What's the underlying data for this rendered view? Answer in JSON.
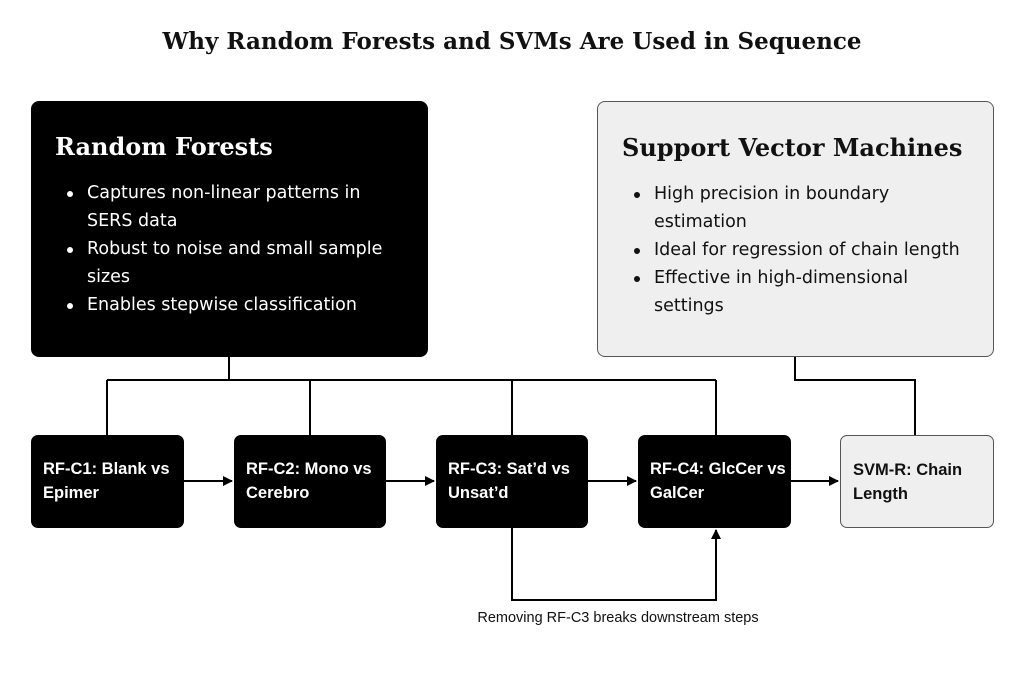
{
  "title": "Why Random Forests and SVMs Are Used in Sequence",
  "random_forests": {
    "heading": "Random Forests",
    "points": [
      "Captures non-linear patterns in SERS data",
      "Robust to noise and small sample sizes",
      "Enables stepwise classification"
    ]
  },
  "svm": {
    "heading": "Support Vector Machines",
    "points": [
      "High precision in boundary estimation",
      "Ideal for regression of chain length",
      "Effective in high-dimensional settings"
    ]
  },
  "steps": [
    {
      "label": "RF-C1: Blank vs Epimer"
    },
    {
      "label": "RF-C2: Mono vs Cerebro"
    },
    {
      "label": "RF-C3: Sat’d vs Unsat’d"
    },
    {
      "label": "RF-C4: GlcCer vs GalCer"
    },
    {
      "label": "SVM-R: Chain Length"
    }
  ],
  "dependency_note": "Removing RF-C3 breaks downstream steps"
}
